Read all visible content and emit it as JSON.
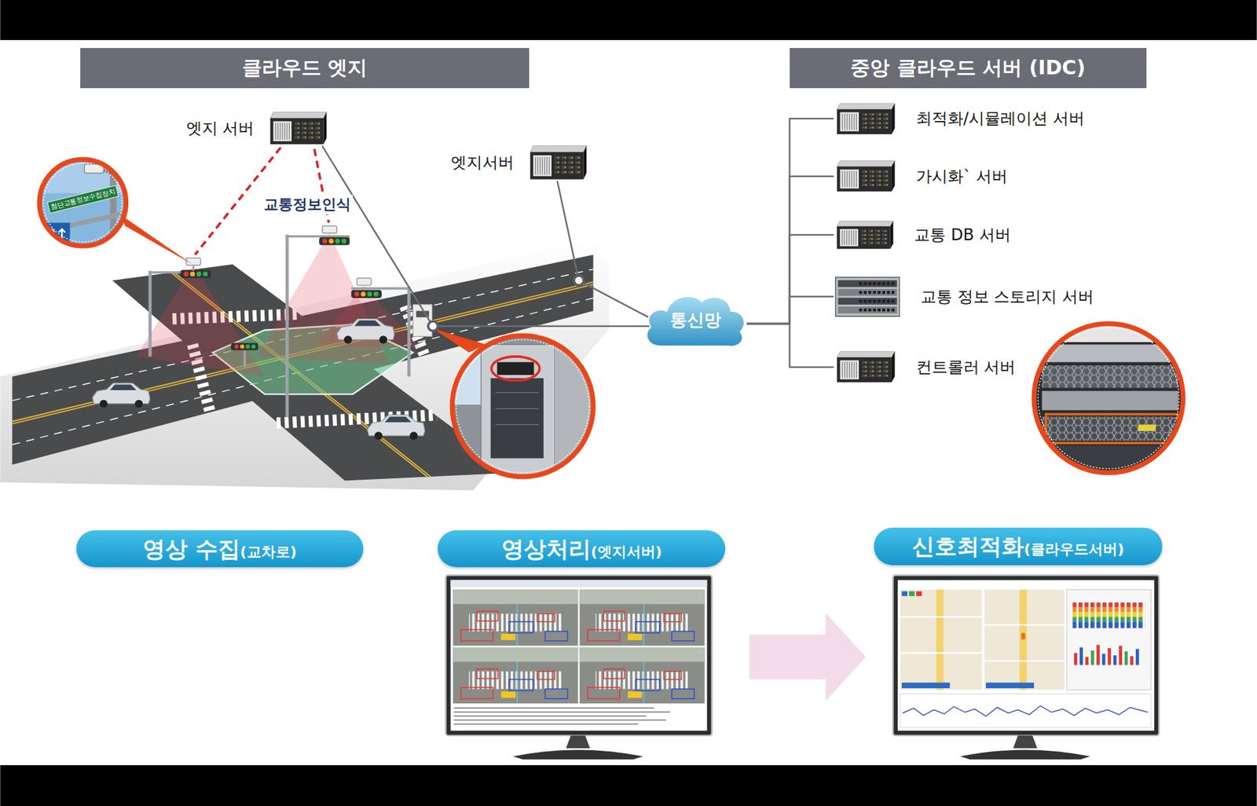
{
  "diagram": {
    "nodes": [
      {
        "text": [
          "클라우드 엣지"
        ]
      },
      {
        "text": [
          "중앙 클라우드 서버 (IDC)"
        ]
      },
      {
        "text": [
          "엣지 서버"
        ]
      },
      {
        "text": [
          "엣지서버"
        ]
      },
      {
        "text": [
          "통신망"
        ]
      },
      {
        "text": [
          "최적화/시뮬레이션 서버"
        ]
      },
      {
        "text": [
          "가시화` 서버"
        ]
      },
      {
        "text": [
          "교통 DB 서버"
        ]
      },
      {
        "text": [
          "교통 정보 스토리지 서버"
        ]
      },
      {
        "text": [
          "컨트롤러 서버"
        ]
      },
      {
        "text": [
          "영상 수집",
          "(교차로)"
        ]
      },
      {
        "text": [
          "영상처리",
          "(엣지서버)"
        ]
      },
      {
        "text": [
          "신호최적화",
          "(클라우드서버)"
        ]
      }
    ],
    "edges": [
      {
        "from": 2,
        "to": 4,
        "arrow": "none"
      },
      {
        "from": 3,
        "to": 4,
        "arrow": "none"
      },
      {
        "from": 4,
        "to": 5,
        "arrow": "none"
      },
      {
        "from": 4,
        "to": 6,
        "arrow": "none"
      },
      {
        "from": 4,
        "to": 7,
        "arrow": "none"
      },
      {
        "from": 4,
        "to": 8,
        "arrow": "none"
      },
      {
        "from": 4,
        "to": 9,
        "arrow": "none"
      }
    ],
    "labels": [
      "교통정보인식",
      "첨단교통정보수집장치"
    ]
  }
}
